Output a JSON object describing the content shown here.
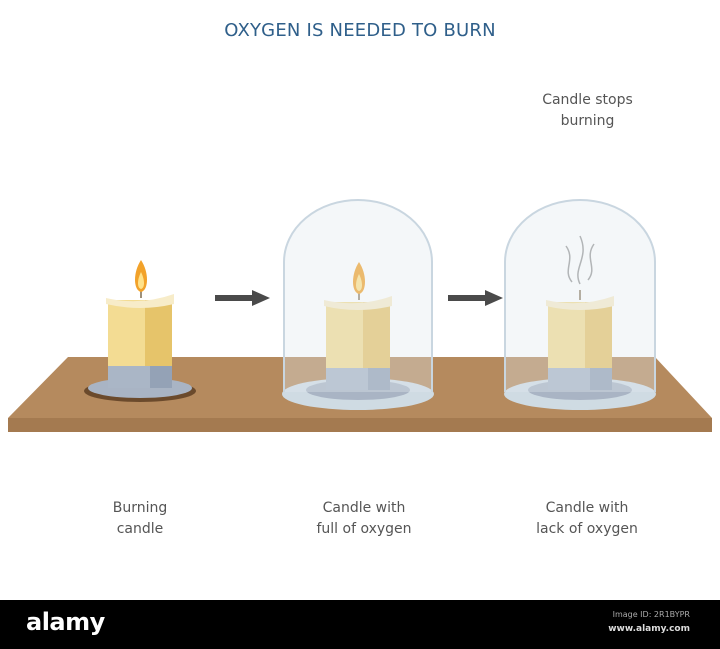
{
  "title": "OXYGEN IS NEEDED TO BURN",
  "annotation": "Candle stops burning",
  "captions": [
    {
      "line1": "Burning",
      "line2": "candle"
    },
    {
      "line1": "Candle with",
      "line2": "full of oxygen"
    },
    {
      "line1": "Candle with",
      "line2": "lack of oxygen"
    }
  ],
  "stages": [
    {
      "name": "burning-candle",
      "flame": true,
      "glass_dome": false,
      "smoke": false
    },
    {
      "name": "candle-full-oxygen",
      "flame": true,
      "glass_dome": true,
      "smoke": false
    },
    {
      "name": "candle-lack-oxygen",
      "flame": false,
      "glass_dome": true,
      "smoke": true
    }
  ],
  "arrows": [
    "arrow-right",
    "arrow-right"
  ],
  "colors": {
    "title": "#2f5f8a",
    "table_top": "#b58a5e",
    "table_edge": "#a47a50",
    "candle_wax": "#f3dc93",
    "candle_shade": "#e6c46a",
    "holder": "#a9b4c4",
    "flame": "#f2a22a",
    "glass": "#dfe7ee"
  },
  "footer": {
    "logo": "alamy",
    "image_id": "Image ID: 2R1BYPR",
    "site": "www.alamy.com"
  }
}
